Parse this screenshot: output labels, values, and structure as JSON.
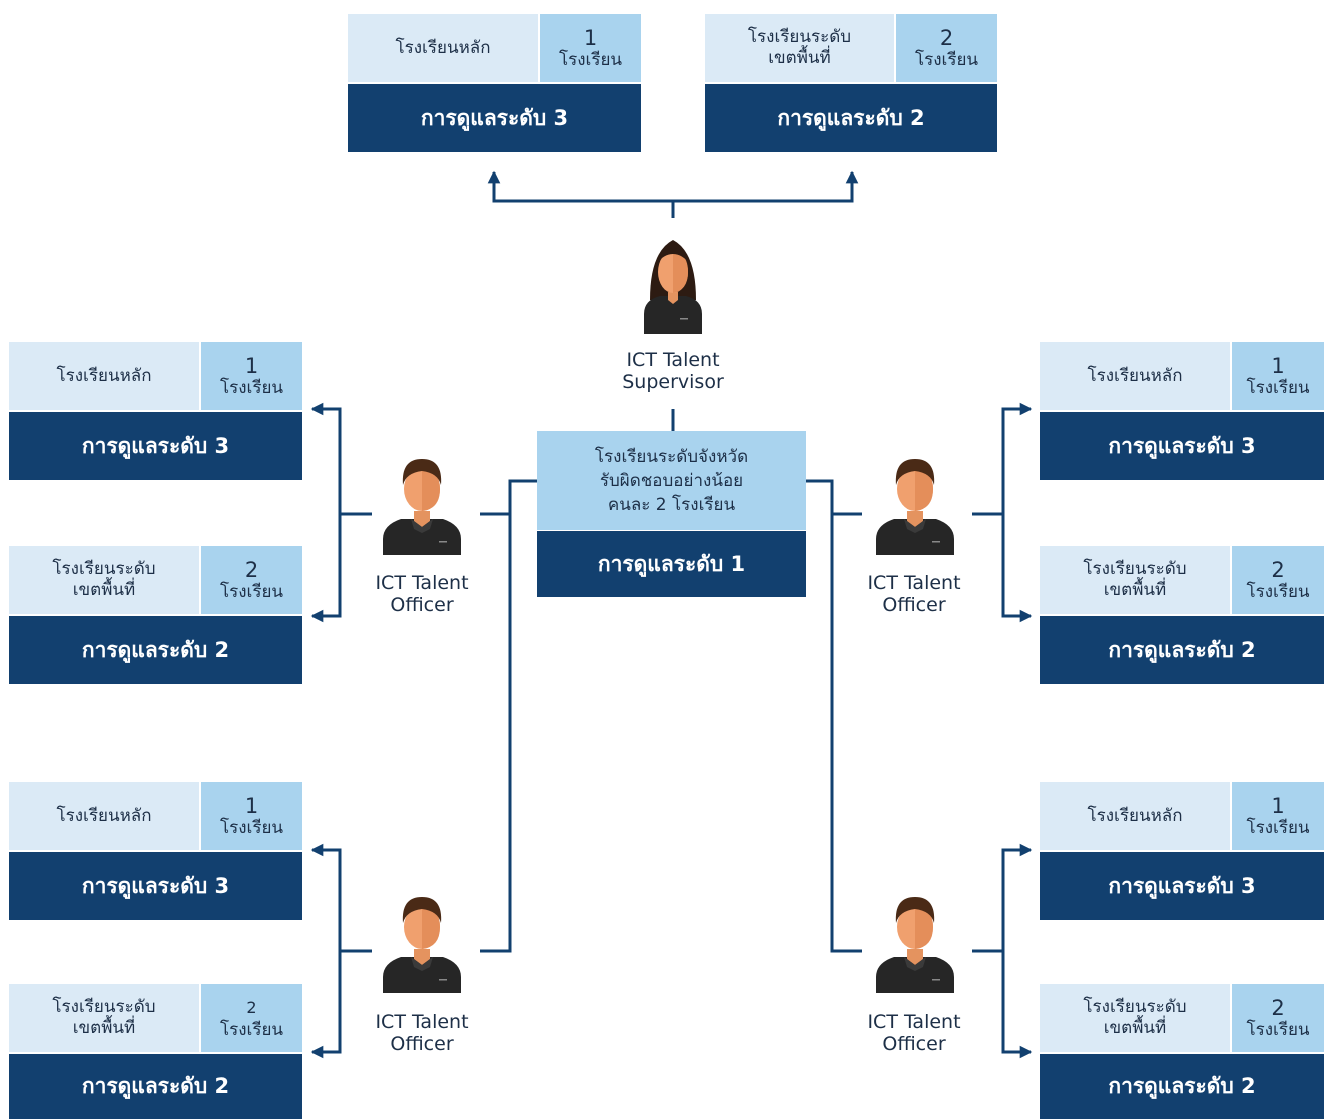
{
  "boxes": [
    {
      "label": "โรงเรียนหลัก",
      "num": "1",
      "unit": "โรงเรียน",
      "level": "การดูแลระดับ 3"
    },
    {
      "label": "โรงเรียนระดับ\nเขตพื้นที่",
      "num": "2",
      "unit": "โรงเรียน",
      "level": "การดูแลระดับ 2"
    },
    {
      "label": "โรงเรียนหลัก",
      "num": "1",
      "unit": "โรงเรียน",
      "level": "การดูแลระดับ 3"
    },
    {
      "label": "โรงเรียนระดับ\nเขตพื้นที่",
      "num": "2",
      "unit": "โรงเรียน",
      "level": "การดูแลระดับ 2"
    },
    {
      "label": "โรงเรียนหลัก",
      "num": "1",
      "unit": "โรงเรียน",
      "level": "การดูแลระดับ 3"
    },
    {
      "label": "โรงเรียนระดับ\nเขตพื้นที่",
      "num": "2",
      "unit": "โรงเรียน",
      "level": "การดูแลระดับ 2"
    },
    {
      "label": "โรงเรียนหลัก",
      "num": "1",
      "unit": "โรงเรียน",
      "level": "การดูแลระดับ 3"
    },
    {
      "label": "โรงเรียนระดับ\nเขตพื้นที่",
      "num": "2",
      "unit": "โรงเรียน",
      "level": "การดูแลระดับ 2"
    },
    {
      "label": "โรงเรียนหลัก",
      "num": "1",
      "unit": "โรงเรียน",
      "level": "การดูแลระดับ 3"
    },
    {
      "label": "โรงเรียนระดับ\nเขตพื้นที่",
      "num": "2",
      "unit": "โรงเรียน",
      "level": "การดูแลระดับ 2"
    }
  ],
  "center": {
    "desc": "โรงเรียนระดับจังหวัด\nรับผิดชอบอย่างน้อย\nคนละ 2 โรงเรียน",
    "level": "การดูแลระดับ 1"
  },
  "roles": {
    "supervisor": "ICT Talent\nSupervisor",
    "officer_top_left": "ICT Talent\nOfficer",
    "officer_top_right": "ICT Talent\nOfficer",
    "officer_bottom_left": "ICT Talent\nOfficer",
    "officer_bottom_right": "ICT Talent\nOfficer"
  },
  "colors": {
    "dark_navy": "#12406f",
    "light_blue": "#dbeaf6",
    "mid_blue": "#a9d3ee",
    "line": "#12406f",
    "shirt": "#262626",
    "skin": "#f0a06e",
    "hair_male": "#4a2a16",
    "hair_female": "#2d1b12"
  },
  "icons": [
    "female-person-icon",
    "male-person-icon",
    "arrow-icon"
  ]
}
